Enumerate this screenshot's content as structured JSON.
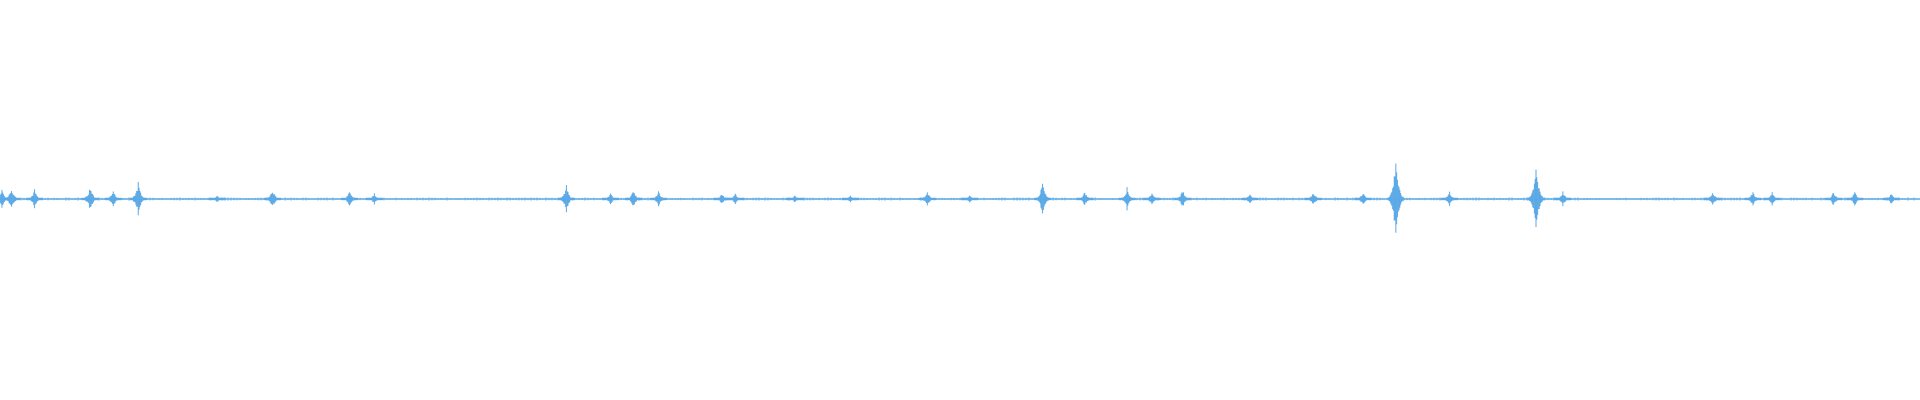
{
  "waveform": {
    "color": "#5aa9e6",
    "baseline_amplitude": 0.004,
    "peaks": [
      {
        "t": 0.001,
        "amp": 0.05
      },
      {
        "t": 0.006,
        "amp": 0.06
      },
      {
        "t": 0.018,
        "amp": 0.05
      },
      {
        "t": 0.047,
        "amp": 0.07
      },
      {
        "t": 0.059,
        "amp": 0.05
      },
      {
        "t": 0.072,
        "amp": 0.09
      },
      {
        "t": 0.113,
        "amp": 0.02
      },
      {
        "t": 0.142,
        "amp": 0.05
      },
      {
        "t": 0.182,
        "amp": 0.04
      },
      {
        "t": 0.195,
        "amp": 0.03
      },
      {
        "t": 0.295,
        "amp": 0.07
      },
      {
        "t": 0.318,
        "amp": 0.03
      },
      {
        "t": 0.33,
        "amp": 0.05
      },
      {
        "t": 0.343,
        "amp": 0.04
      },
      {
        "t": 0.376,
        "amp": 0.03
      },
      {
        "t": 0.383,
        "amp": 0.03
      },
      {
        "t": 0.414,
        "amp": 0.02
      },
      {
        "t": 0.443,
        "amp": 0.02
      },
      {
        "t": 0.483,
        "amp": 0.04
      },
      {
        "t": 0.505,
        "amp": 0.02
      },
      {
        "t": 0.543,
        "amp": 0.09
      },
      {
        "t": 0.565,
        "amp": 0.04
      },
      {
        "t": 0.587,
        "amp": 0.06
      },
      {
        "t": 0.6,
        "amp": 0.04
      },
      {
        "t": 0.616,
        "amp": 0.05
      },
      {
        "t": 0.651,
        "amp": 0.03
      },
      {
        "t": 0.684,
        "amp": 0.04
      },
      {
        "t": 0.71,
        "amp": 0.04
      },
      {
        "t": 0.727,
        "amp": 0.24
      },
      {
        "t": 0.755,
        "amp": 0.04
      },
      {
        "t": 0.8,
        "amp": 0.2
      },
      {
        "t": 0.814,
        "amp": 0.04
      },
      {
        "t": 0.892,
        "amp": 0.04
      },
      {
        "t": 0.913,
        "amp": 0.04
      },
      {
        "t": 0.923,
        "amp": 0.04
      },
      {
        "t": 0.955,
        "amp": 0.04
      },
      {
        "t": 0.966,
        "amp": 0.04
      },
      {
        "t": 0.985,
        "amp": 0.03
      }
    ]
  }
}
